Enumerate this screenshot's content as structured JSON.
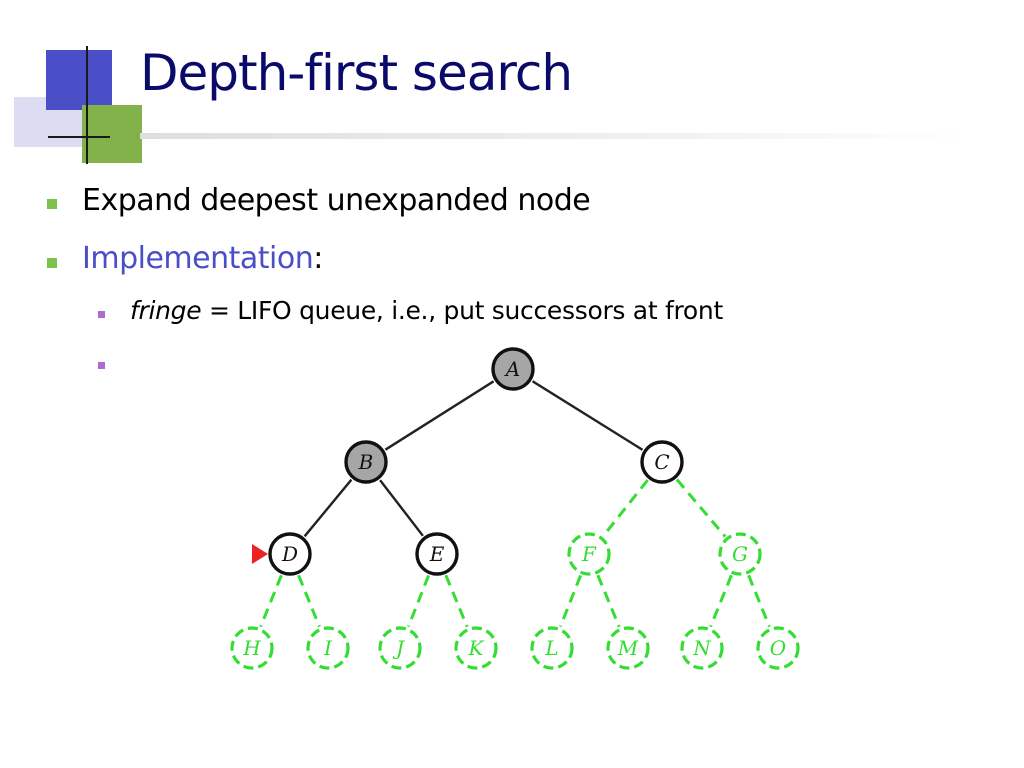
{
  "slide": {
    "title": "Depth-first search",
    "bullets": [
      {
        "text": "Expand deepest unexpanded node"
      },
      {
        "accent": "Implementation",
        "suffix": ":"
      }
    ],
    "sub_bullets": [
      {
        "italic": "fringe",
        "rest": " = LIFO queue, i.e., put successors at front"
      },
      {
        "text": ""
      }
    ]
  },
  "colors": {
    "title": "#0a0a6a",
    "accent": "#4a4fc8",
    "bullet_level1": "#7dc04a",
    "bullet_level2": "#b06ad4",
    "expanded_fill": "#a6a6a6",
    "node_stroke": "#111111",
    "unvisited": "#33dd33",
    "marker": "#ee2222"
  },
  "tree": {
    "nodes": [
      {
        "id": "A",
        "label": "A",
        "state": "expanded"
      },
      {
        "id": "B",
        "label": "B",
        "state": "expanded"
      },
      {
        "id": "C",
        "label": "C",
        "state": "fringe"
      },
      {
        "id": "D",
        "label": "D",
        "state": "fringe",
        "marker": "current"
      },
      {
        "id": "E",
        "label": "E",
        "state": "fringe"
      },
      {
        "id": "F",
        "label": "F",
        "state": "unvisited"
      },
      {
        "id": "G",
        "label": "G",
        "state": "unvisited"
      },
      {
        "id": "H",
        "label": "H",
        "state": "unvisited"
      },
      {
        "id": "I",
        "label": "I",
        "state": "unvisited"
      },
      {
        "id": "J",
        "label": "J",
        "state": "unvisited"
      },
      {
        "id": "K",
        "label": "K",
        "state": "unvisited"
      },
      {
        "id": "L",
        "label": "L",
        "state": "unvisited"
      },
      {
        "id": "M",
        "label": "M",
        "state": "unvisited"
      },
      {
        "id": "N",
        "label": "N",
        "state": "unvisited"
      },
      {
        "id": "O",
        "label": "O",
        "state": "unvisited"
      }
    ],
    "edges": [
      [
        "A",
        "B"
      ],
      [
        "A",
        "C"
      ],
      [
        "B",
        "D"
      ],
      [
        "B",
        "E"
      ],
      [
        "C",
        "F"
      ],
      [
        "C",
        "G"
      ],
      [
        "D",
        "H"
      ],
      [
        "D",
        "I"
      ],
      [
        "E",
        "J"
      ],
      [
        "E",
        "K"
      ],
      [
        "F",
        "L"
      ],
      [
        "F",
        "M"
      ],
      [
        "G",
        "N"
      ],
      [
        "G",
        "O"
      ]
    ]
  }
}
